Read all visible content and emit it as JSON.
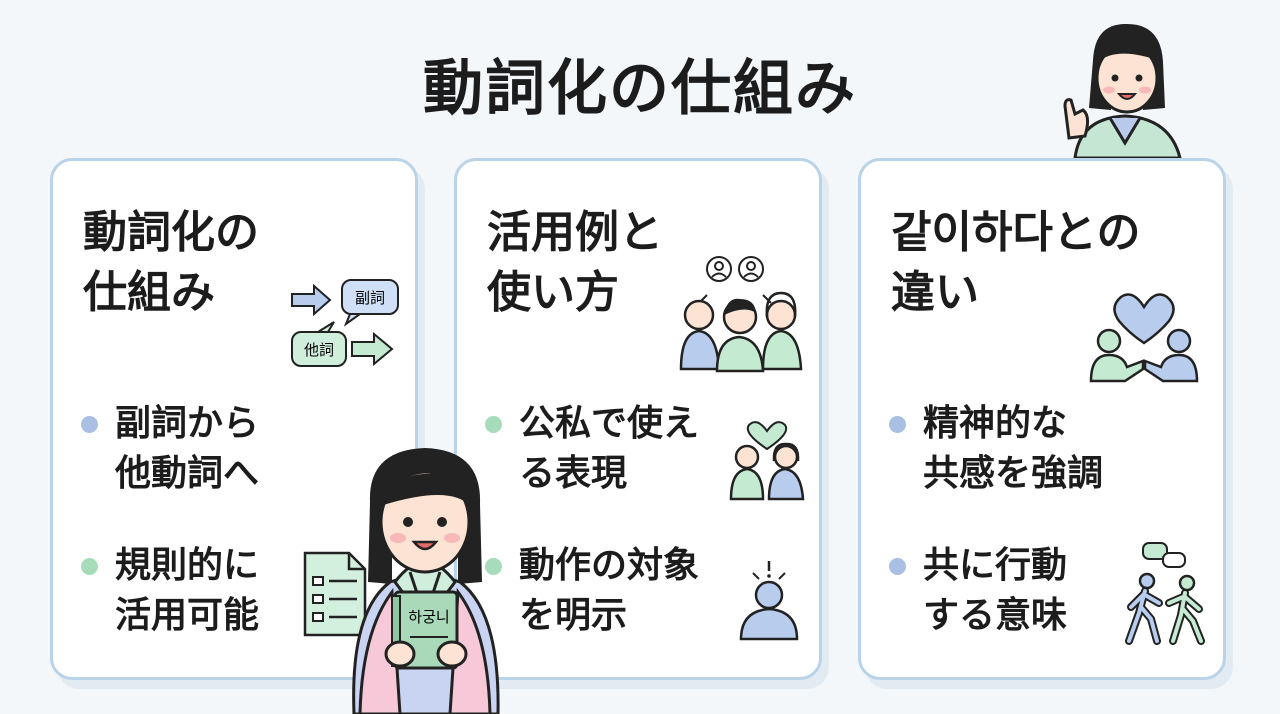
{
  "title": "動詞化の仕組み",
  "colors": {
    "accent_blue": "#a9bfe4",
    "accent_green": "#a7dcbb",
    "card_border": "#b9d3e8"
  },
  "cards": [
    {
      "title_line1": "動詞化の",
      "title_line2": "仕組み",
      "icon_tag_top": "副詞",
      "icon_tag_bottom": "他詞",
      "bullets": [
        {
          "line1": "副詞から",
          "line2": "他動詞へ"
        },
        {
          "line1": "規則的に",
          "line2": "活用可能"
        }
      ]
    },
    {
      "title_line1": "活用例と",
      "title_line2": "使い方",
      "bullets": [
        {
          "line1": "公私で使え",
          "line2": "る表現"
        },
        {
          "line1": "動作の対象",
          "line2": "を明示"
        }
      ]
    },
    {
      "title_line1": "같이하다との",
      "title_line2": "違い",
      "bullets": [
        {
          "line1": "精神的な",
          "line2": "共感を強調"
        },
        {
          "line1": "共に行動",
          "line2": "する意味"
        }
      ]
    }
  ],
  "character": {
    "book_label": "하궁니"
  }
}
